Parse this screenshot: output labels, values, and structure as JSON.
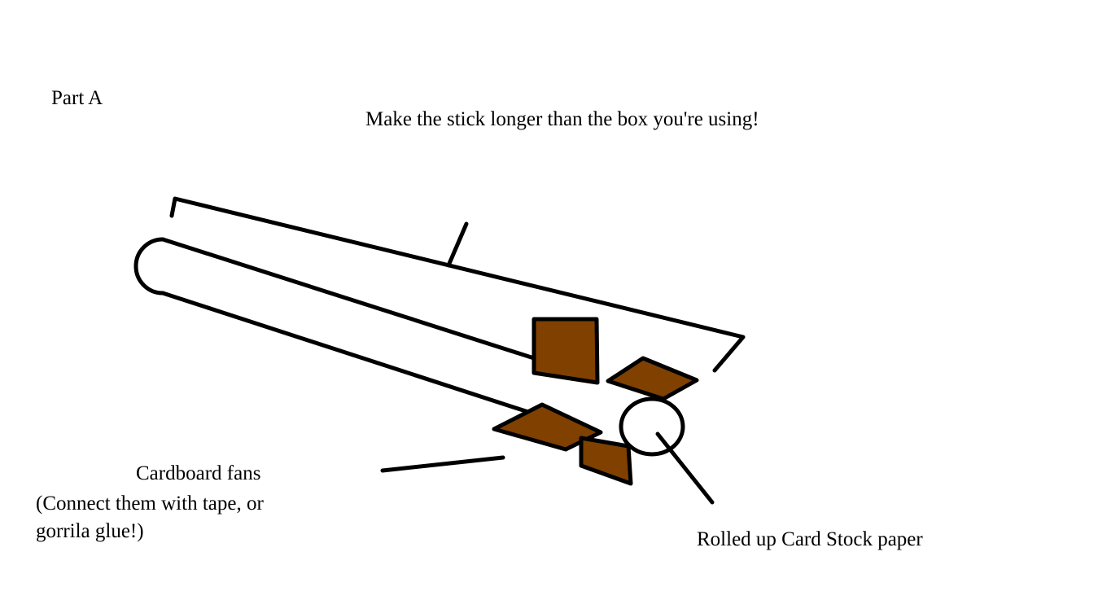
{
  "labels": {
    "part": "Part A",
    "stick_note": "Make the stick longer than the box you're using!",
    "fans_title": "Cardboard fans",
    "fans_note_line1": "(Connect them with tape, or",
    "fans_note_line2": "gorrila glue!)",
    "roll_label": "Rolled up Card Stock paper"
  },
  "colors": {
    "cardboard": "#804000",
    "ink": "#000000"
  }
}
